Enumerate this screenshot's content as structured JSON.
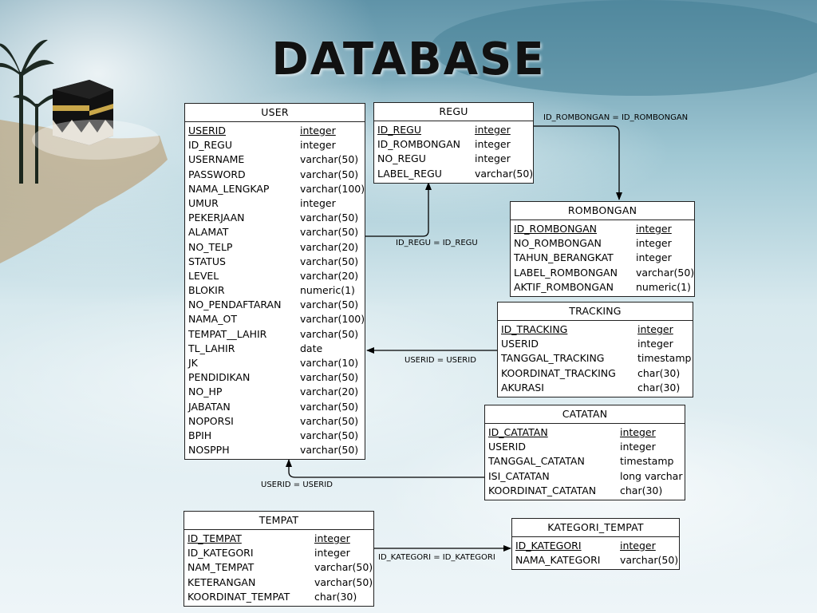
{
  "title": "DATABASE",
  "tables": {
    "user": {
      "name": "USER",
      "columns": [
        {
          "name": "USERID",
          "type": "integer",
          "pk": true
        },
        {
          "name": "ID_REGU",
          "type": "integer"
        },
        {
          "name": "USERNAME",
          "type": "varchar(50)"
        },
        {
          "name": "PASSWORD",
          "type": "varchar(50)"
        },
        {
          "name": "NAMA_LENGKAP",
          "type": "varchar(100)"
        },
        {
          "name": "UMUR",
          "type": "integer"
        },
        {
          "name": "PEKERJAAN",
          "type": "varchar(50)"
        },
        {
          "name": "ALAMAT",
          "type": "varchar(50)"
        },
        {
          "name": "NO_TELP",
          "type": "varchar(20)"
        },
        {
          "name": "STATUS",
          "type": "varchar(50)"
        },
        {
          "name": "LEVEL",
          "type": "varchar(20)"
        },
        {
          "name": "BLOKIR",
          "type": "numeric(1)"
        },
        {
          "name": "NO_PENDAFTARAN",
          "type": "varchar(50)"
        },
        {
          "name": "NAMA_OT",
          "type": "varchar(100)"
        },
        {
          "name": "TEMPAT__LAHIR",
          "type": "varchar(50)"
        },
        {
          "name": "TL_LAHIR",
          "type": "date"
        },
        {
          "name": "JK",
          "type": "varchar(10)"
        },
        {
          "name": "PENDIDIKAN",
          "type": "varchar(50)"
        },
        {
          "name": "NO_HP",
          "type": "varchar(20)"
        },
        {
          "name": "JABATAN",
          "type": "varchar(50)"
        },
        {
          "name": "NOPORSI",
          "type": "varchar(50)"
        },
        {
          "name": "BPIH",
          "type": "varchar(50)"
        },
        {
          "name": "NOSPPH",
          "type": "varchar(50)"
        }
      ]
    },
    "regu": {
      "name": "REGU",
      "columns": [
        {
          "name": "ID_REGU",
          "type": "integer",
          "pk": true
        },
        {
          "name": "ID_ROMBONGAN",
          "type": "integer"
        },
        {
          "name": "NO_REGU",
          "type": "integer"
        },
        {
          "name": "LABEL_REGU",
          "type": "varchar(50)"
        }
      ]
    },
    "rombongan": {
      "name": "ROMBONGAN",
      "columns": [
        {
          "name": "ID_ROMBONGAN",
          "type": "integer",
          "pk": true
        },
        {
          "name": "NO_ROMBONGAN",
          "type": "integer"
        },
        {
          "name": "TAHUN_BERANGKAT",
          "type": "integer"
        },
        {
          "name": "LABEL_ROMBONGAN",
          "type": "varchar(50)"
        },
        {
          "name": "AKTIF_ROMBONGAN",
          "type": "numeric(1)"
        }
      ]
    },
    "tracking": {
      "name": "TRACKING",
      "columns": [
        {
          "name": "ID_TRACKING",
          "type": "integer",
          "pk": true
        },
        {
          "name": "USERID",
          "type": "integer"
        },
        {
          "name": "TANGGAL_TRACKING",
          "type": "timestamp"
        },
        {
          "name": "KOORDINAT_TRACKING",
          "type": "char(30)"
        },
        {
          "name": "AKURASI",
          "type": "char(30)"
        }
      ]
    },
    "catatan": {
      "name": "CATATAN",
      "columns": [
        {
          "name": "ID_CATATAN",
          "type": "integer",
          "pk": true
        },
        {
          "name": "USERID",
          "type": "integer"
        },
        {
          "name": "TANGGAL_CATATAN",
          "type": "timestamp"
        },
        {
          "name": "ISI_CATATAN",
          "type": "long varchar"
        },
        {
          "name": "KOORDINAT_CATATAN",
          "type": "char(30)"
        }
      ]
    },
    "tempat": {
      "name": "TEMPAT",
      "columns": [
        {
          "name": "ID_TEMPAT",
          "type": "integer",
          "pk": true
        },
        {
          "name": "ID_KATEGORI",
          "type": "integer"
        },
        {
          "name": "NAM_TEMPAT",
          "type": "varchar(50)"
        },
        {
          "name": "KETERANGAN",
          "type": "varchar(50)"
        },
        {
          "name": "KOORDINAT_TEMPAT",
          "type": "char(30)"
        }
      ]
    },
    "kategori_tempat": {
      "name": "KATEGORI_TEMPAT",
      "columns": [
        {
          "name": "ID_KATEGORI",
          "type": "integer",
          "pk": true
        },
        {
          "name": "NAMA_KATEGORI",
          "type": "varchar(50)"
        }
      ]
    }
  },
  "relations": {
    "regu_rombongan": "ID_ROMBONGAN = ID_ROMBONGAN",
    "user_regu": "ID_REGU = ID_REGU",
    "tracking_user": "USERID = USERID",
    "catatan_user": "USERID = USERID",
    "tempat_kategori": "ID_KATEGORI = ID_KATEGORI"
  }
}
